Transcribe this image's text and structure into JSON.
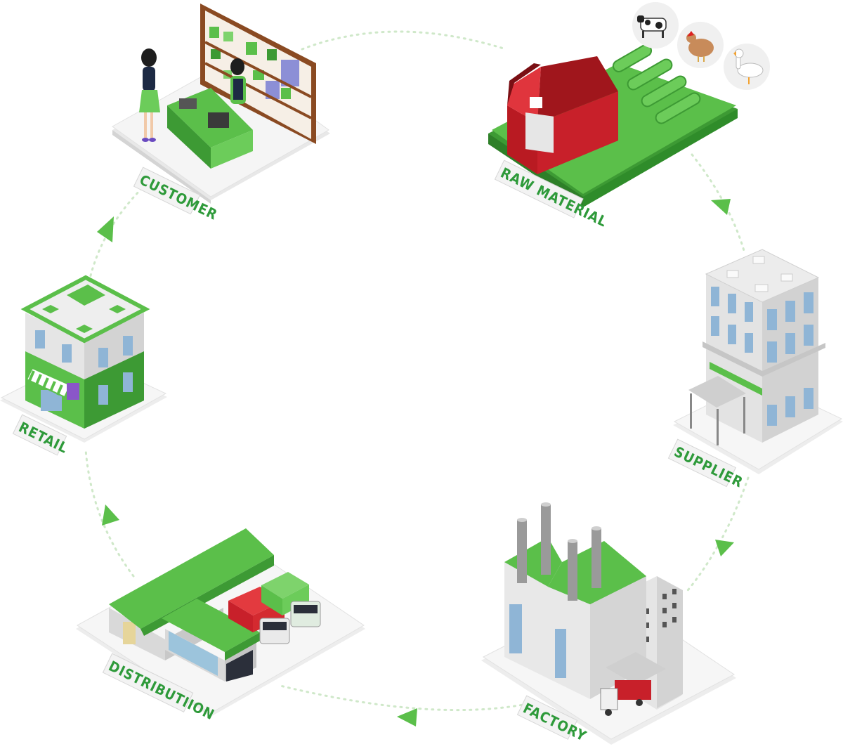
{
  "diagram": {
    "type": "cycle",
    "title": "",
    "colors": {
      "green": "#5bbf4a",
      "dark_green": "#3d9a34",
      "label_green": "#2e9a3a",
      "barn_red": "#c8202a",
      "gray": "#d9d9d9"
    },
    "stages": [
      {
        "id": "raw-material",
        "label": "RAW MATERIAL",
        "icon": "barn-farm-icon"
      },
      {
        "id": "supplier",
        "label": "SUPPLIER",
        "icon": "office-building-icon"
      },
      {
        "id": "factory",
        "label": "FACTORY",
        "icon": "factory-icon"
      },
      {
        "id": "distribution",
        "label": "DISTRIBUTIION",
        "icon": "warehouse-icon"
      },
      {
        "id": "retail",
        "label": "RETAIL",
        "icon": "retail-store-icon"
      },
      {
        "id": "customer",
        "label": "CUSTOMER",
        "icon": "shop-counter-icon"
      }
    ],
    "animals": [
      "cow-icon",
      "hen-icon",
      "goose-icon"
    ]
  }
}
